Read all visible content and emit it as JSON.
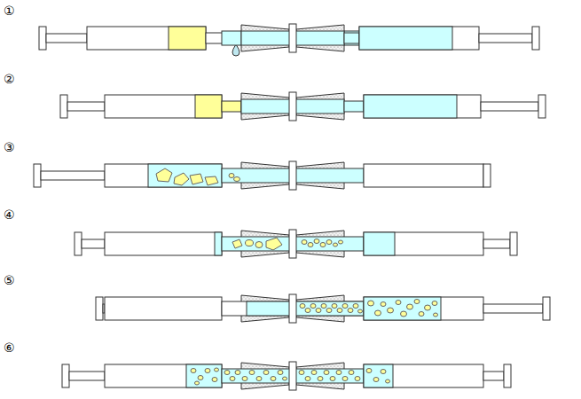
{
  "diagram": {
    "labels": [
      "①",
      "②",
      "③",
      "④",
      "⑤",
      "⑥"
    ]
  }
}
